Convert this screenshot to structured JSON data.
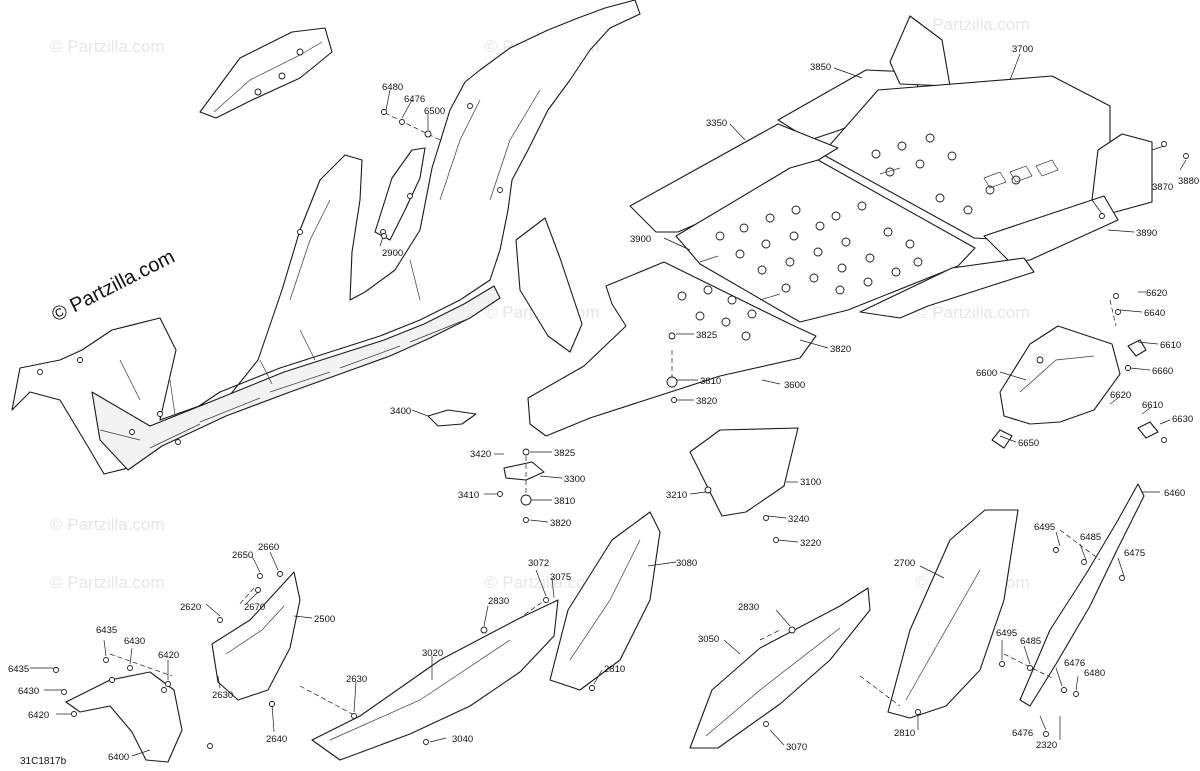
{
  "watermark": {
    "brand_large": "© Partzilla.com",
    "brand_small": "© Partzilla.com"
  },
  "diagram_code": "31C1817b",
  "callouts": {
    "c6480a": "6480",
    "c6476a": "6476",
    "c6500": "6500",
    "c2900": "2900",
    "c3850": "3850",
    "c3700": "3700",
    "c3350": "3350",
    "c3870": "3870",
    "c3880": "3880",
    "c3890": "3890",
    "c3900": "3900",
    "c6620a": "6620",
    "c6640": "6640",
    "c6610a": "6610",
    "c6660": "6660",
    "c6600": "6600",
    "c6620b": "6620",
    "c6610b": "6610",
    "c6630": "6630",
    "c6650": "6650",
    "c3825a": "3825",
    "c3820a": "3820",
    "c3810a": "3810",
    "c3820b": "3820",
    "c3600": "3600",
    "c3400": "3400",
    "c3420": "3420",
    "c3825b": "3825",
    "c3300": "3300",
    "c3410": "3410",
    "c3810b": "3810",
    "c3820c": "3820",
    "c3210": "3210",
    "c3100": "3100",
    "c3240": "3240",
    "c3220": "3220",
    "c6460": "6460",
    "c6495a": "6495",
    "c6485a": "6485",
    "c6475": "6475",
    "c2700": "2700",
    "c6495b": "6495",
    "c6485b": "6485",
    "c6476b": "6476",
    "c6480b": "6480",
    "c6476c": "6476",
    "c2320": "2320",
    "c2650": "2650",
    "c2660": "2660",
    "c2620": "2620",
    "c2670": "2670",
    "c2500": "2500",
    "c2630a": "2630",
    "c2640": "2640",
    "c2630b": "2630",
    "c6435a": "6435",
    "c6430a": "6430",
    "c6420a": "6420",
    "c6435b": "6435",
    "c6430b": "6430",
    "c6420b": "6420",
    "c6400": "6400",
    "c3072": "3072",
    "c3075": "3075",
    "c3080": "3080",
    "c2830a": "2830",
    "c3020": "3020",
    "c2810a": "2810",
    "c3040": "3040",
    "c2830b": "2830",
    "c3050": "3050",
    "c3070": "3070",
    "c2810b": "2810"
  }
}
